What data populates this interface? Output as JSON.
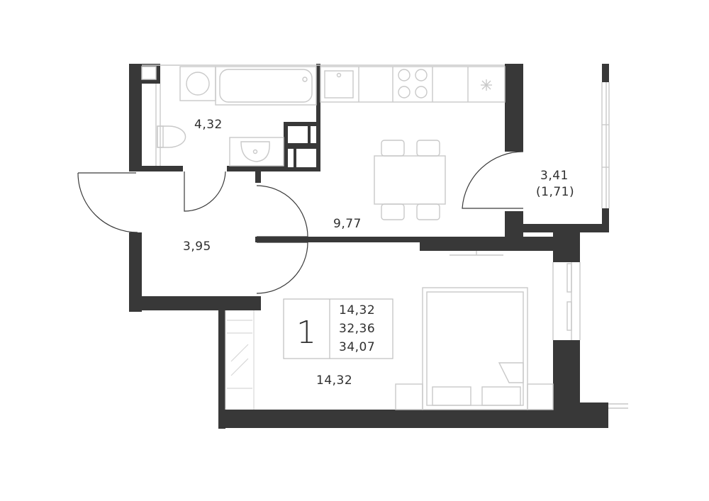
{
  "rooms": {
    "bathroom": {
      "area": "4,32"
    },
    "kitchen": {
      "area": "9,77"
    },
    "hallway": {
      "area": "3,95"
    },
    "bedroom": {
      "area": "14,32"
    },
    "balcony": {
      "area": "3,41",
      "reduced_area": "(1,71)"
    }
  },
  "summary": {
    "rooms_count": "1",
    "living_area": "14,32",
    "total_area": "32,36",
    "total_with_balcony": "34,07"
  },
  "colors": {
    "wall": "#383838",
    "fixture": "#c9c9c9",
    "text": "#2f2f2f"
  }
}
